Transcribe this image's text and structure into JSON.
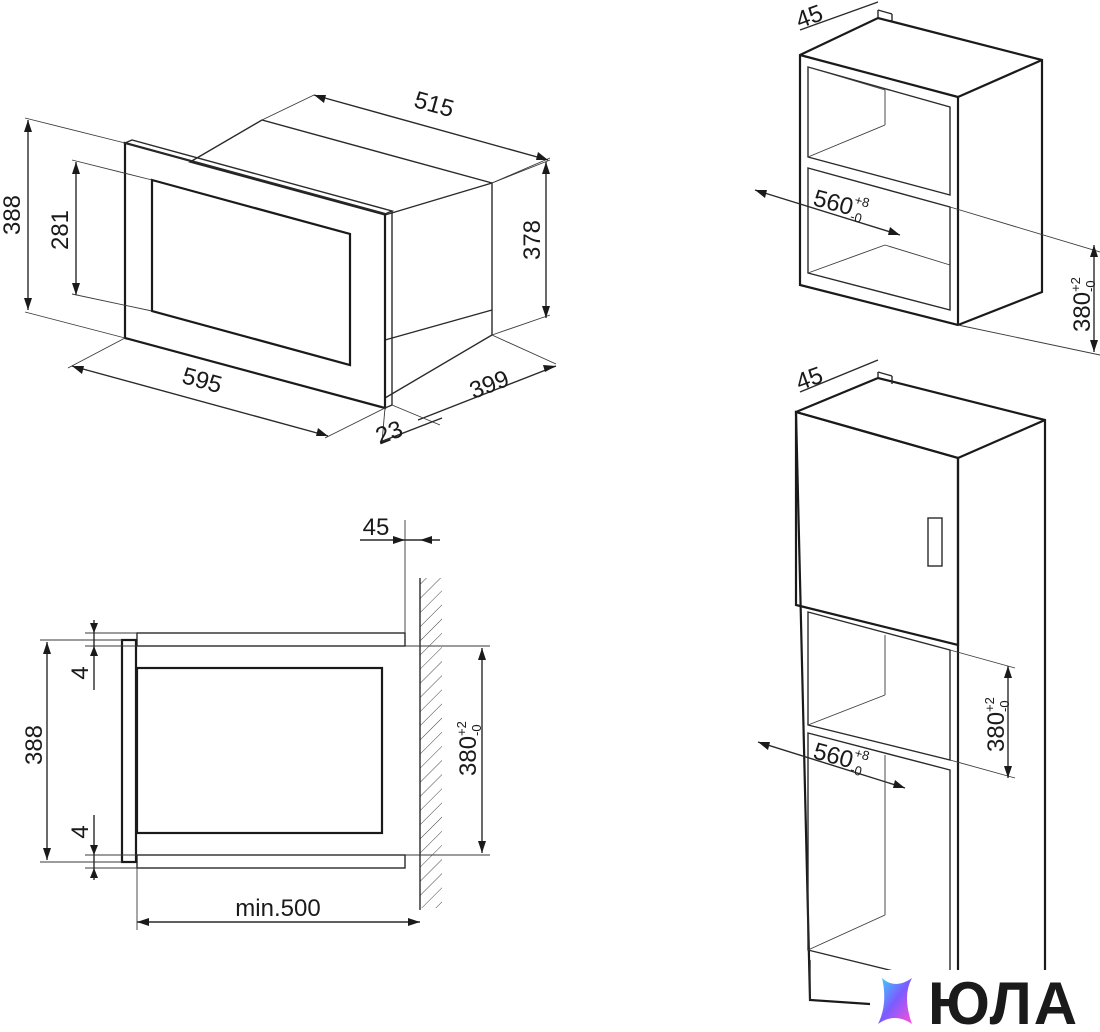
{
  "oven_view": {
    "height_outer": "388",
    "height_inner": "281",
    "depth": "515",
    "height_body": "378",
    "width": "595",
    "front_depth": "23",
    "body_depth": "399"
  },
  "side_section": {
    "top_gap": "45",
    "upper_clearance": "4",
    "lower_clearance": "4",
    "height": "388",
    "niche_height": "380",
    "niche_tol_plus": "+2",
    "niche_tol_minus": "-0",
    "min_depth": "min.500"
  },
  "cabinet_top": {
    "top_gap": "45",
    "width": "560",
    "width_tol_plus": "+8",
    "width_tol_minus": "-0",
    "height": "380",
    "height_tol_plus": "+2",
    "height_tol_minus": "-0"
  },
  "cabinet_tall": {
    "top_gap": "45",
    "width": "560",
    "width_tol_plus": "+8",
    "width_tol_minus": "-0",
    "height": "380",
    "height_tol_plus": "+2",
    "height_tol_minus": "-0"
  },
  "watermark": {
    "text": "ЮЛА",
    "colors": [
      "#3ad6ff",
      "#7b5cff",
      "#ff4fd8"
    ]
  }
}
